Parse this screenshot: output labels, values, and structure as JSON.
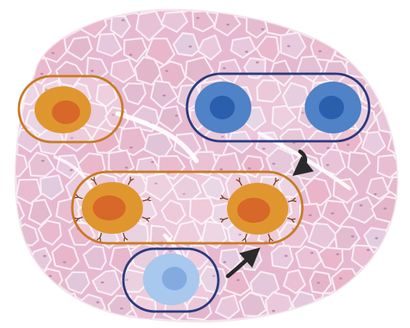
{
  "colors": {
    "background": "#ffffff",
    "tissue_fill": "#e7b9d0",
    "tissue_line": "#f8eef4",
    "orange_outline": "#c87a22",
    "orange_cell": "#e0962f",
    "orange_nucleus": "#d8672a",
    "blue_outline": "#2b3a80",
    "dark_blue_cell": "#4f82c6",
    "dark_blue_nucleus": "#2a5fae",
    "light_blue_cell": "#a9c8ee",
    "light_blue_nucleus": "#84abe0",
    "arrow": "#2a2a2a",
    "receptor": "#7a3f1c"
  },
  "diagram": {
    "groups": [
      {
        "name": "orange-single-cell-group",
        "cells": 1,
        "cell_type": "orange"
      },
      {
        "name": "dark-blue-cell-pair-group",
        "cells": 2,
        "cell_type": "dark-blue"
      },
      {
        "name": "orange-receptor-cell-pair-group",
        "cells": 2,
        "cell_type": "orange-with-receptors"
      },
      {
        "name": "light-blue-single-cell-group",
        "cells": 1,
        "cell_type": "light-blue"
      }
    ],
    "arrows": [
      {
        "name": "arrow-blue-to-orange"
      },
      {
        "name": "arrow-lightblue-to-orange"
      }
    ]
  }
}
